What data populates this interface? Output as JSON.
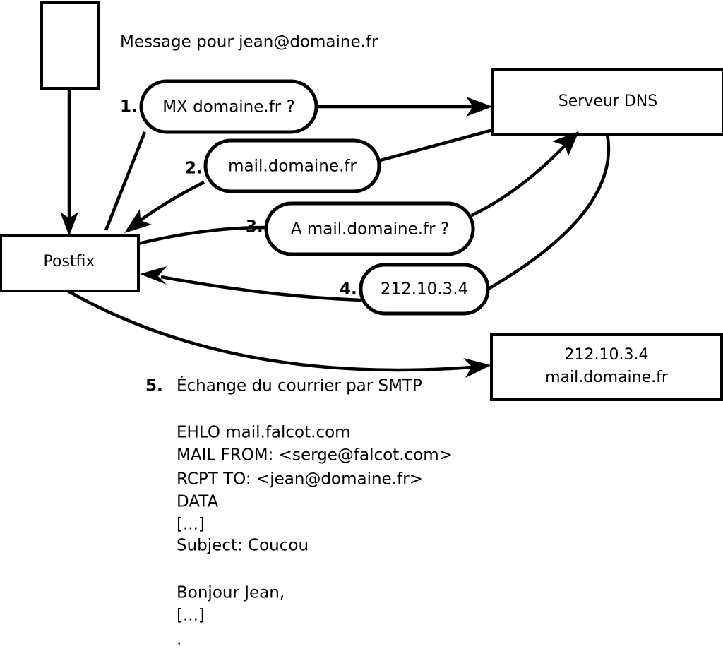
{
  "diagram": {
    "title": "Message pour jean@domaine.fr",
    "nodes": {
      "client": {
        "label": ""
      },
      "postfix": {
        "label": "Postfix"
      },
      "dns": {
        "label": "Serveur DNS"
      },
      "mailserver": {
        "line1": "212.10.3.4",
        "line2": "mail.domaine.fr"
      }
    },
    "steps": [
      {
        "number": "1.",
        "bubble": "MX domaine.fr ?"
      },
      {
        "number": "2.",
        "bubble": "mail.domaine.fr"
      },
      {
        "number": "3.",
        "bubble": "A mail.domaine.fr ?"
      },
      {
        "number": "4.",
        "bubble": "212.10.3.4"
      },
      {
        "number": "5.",
        "caption": "Échange du courrier par SMTP"
      }
    ],
    "smtp_transcript": [
      "EHLO mail.falcot.com",
      "MAIL FROM: <serge@falcot.com>",
      "RCPT TO: <jean@domaine.fr>",
      "DATA",
      "[...]",
      "Subject: Coucou",
      "",
      "Bonjour Jean,",
      "[...]",
      "."
    ],
    "colors": {
      "stroke": "#000000",
      "fill": "#ffffff"
    }
  }
}
